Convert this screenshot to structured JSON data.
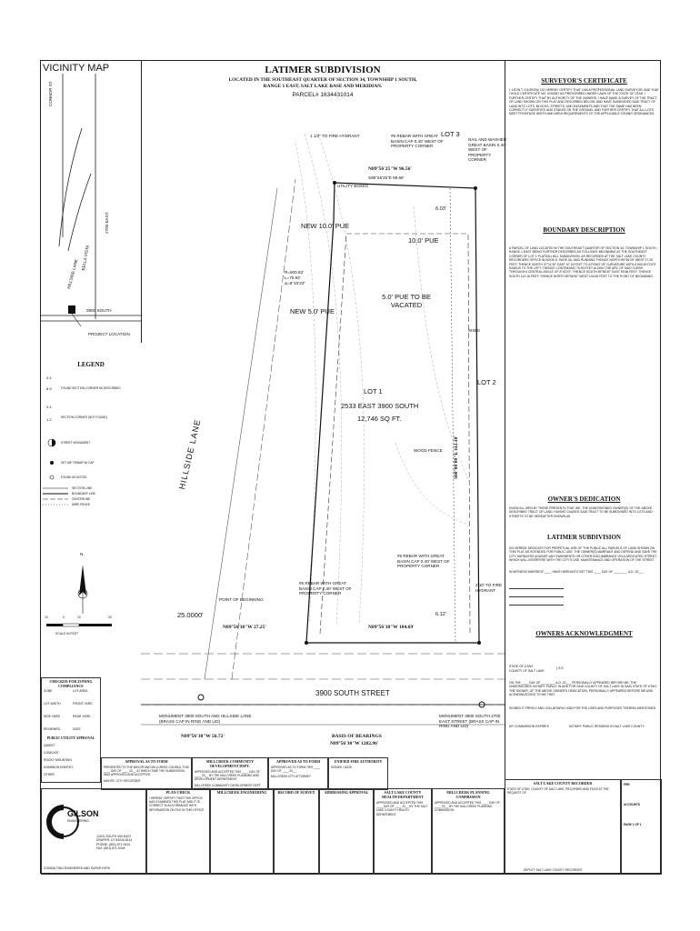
{
  "vicinity": {
    "title": "VICINITY MAP",
    "streets": [
      "CONNOR ST",
      "2700 EAST",
      "HILLSIDE LANE",
      "BELLA VISTA",
      "3900 SOUTH"
    ],
    "project_location": "PROJECT LOCATION"
  },
  "title_block": {
    "title": "LATIMER SUBDIVISION",
    "line1": "LOCATED IN THE SOUTHEAST QUARTER OF SECTION 34, TOWNSHIP 1 SOUTH,",
    "line2": "RANGE 1 EAST, SALT LAKE BASE AND MERIDIAN.",
    "parcel": "PARCEL# 1634431014"
  },
  "surveyor": {
    "title": "SURVEYOR'S CERTIFICATE",
    "body": "I, LEON T. KILGROW, DO HEREBY CERTIFY THAT I AM A PROFESSIONAL LAND SURVEYOR, AND THAT I HOLD CERTIFICATE NO. 5152657 AS PRESCRIBED UNDER LAWS OF THE STATE OF UTAH. I FURTHER CERTIFY THAT BY AUTHORITY OF THE OWNERS, I HAVE MADE A SURVEY OF THE TRACT OF LAND SHOWN ON THIS PLAT AND DESCRIBED BELOW, AND HAVE SUBDIVIDED SAID TRACT OF LAND INTO LOTS, BLOCKS, STREETS, AND EASEMENTS AND THAT THE SAME HAS BEEN CORRECTLY SURVEYED AND STAKED ON THE GROUND, AND FURTHER CERTIFY THAT ALL LOTS MEET FRONTAGE WIDTH AND AREA REQUIREMENTS OF THE APPLICABLE ZONING ORDINANCES."
  },
  "boundary": {
    "title": "BOUNDARY DESCRIPTION",
    "body": "A PARCEL OF LAND LOCATED IN THE SOUTHEAST QUARTER OF SECTION 34, TOWNSHIP 1 SOUTH, RANGE 1 EAST BEING FURTHER DESCRIBED AS FOLLOWS: BEGINNING AT THE SOUTHEAST CORNER OF LOT 1 PLATEAU HILL SUBDIVISION, AS RECORDED AT THE SALT LAKE COUNTY RECORDERS OFFICE IN BOOK 5, PAGE 5A, AND RUNNING THENCE NORTH 89°56'25\" WEST 27.25 FEET; THENCE NORTH 37°11'30\" EAST 57.15 FEET TO A POINT OF CURVATURE WITH A 500.63 FOOT RADIUS TO THE LEFT; THENCE CONTINUING 75.93 FEET ALONG THE ARC OF SAID CURVE THROUGH A CENTRAL ANGLE OF 8°40'23\"; THENCE SOUTH 89°56'30\" EAST 99.56 FEET; THENCE SOUTH 112.18 FEET; THENCE NORTH 89°56'30\" WEST 104.69 FEET TO THE POINT OF BEGINNING."
  },
  "owners_dedication": {
    "title": "OWNER'S DEDICATION",
    "body": "KNOW ALL MEN BY THESE PRESENTS THAT WE, THE UNDERSIGNED OWNER(S) OF THE ABOVE DESCRIBED TRACT OF LAND, HAVING CAUSED SAID TRACT TO BE SUBDIVIDED INTO LOTS AND STREETS TO BE HEREAFTER KNOWN AS",
    "name": "LATIMER SUBDIVISION",
    "body2": "DO HEREBY DEDICATE FOR PERPETUAL USE OF THE PUBLIC ALL PARCELS OF LAND SHOWN ON THIS PLAT AS INTENDED FOR PUBLIC USE. THE OWNER(S) WARRANT AND DEFEND AND SAVE THE CITY HARMLESS AGAINST ANY EASEMENTS OR OTHER ENCUMBRANCE ON A DEDICATED STREET WHICH WILL INTERFERE WITH THE CITY'S USE, MAINTENANCE AND OPERATION OF THE STREET.",
    "witness": "IN WITNESS WHEREOF ____ HAVE HEREUNTO SET THIS ____ DAY OF ________ A.D. 20___"
  },
  "acknowledgment": {
    "title": "OWNERS ACKNOWLEDGMENT",
    "state": "STATE OF UTAH",
    "county": "COUNTY OF SALT LAKE",
    "ss": "} S.S.",
    "body": "ON THE ____ DAY OF ________ A.D. 20___ PERSONALLY APPEARED BEFORE ME, THE UNDERSIGNED NOTARY PUBLIC IN AND FOR SAID COUNTY OF SALT LAKE IN SAID STATE OF UTAH, THE SIGNER, OF THE ABOVE OWNER'S DEDICATION, PERSONALLY APPEARED BEFORE ME AND ACKNOWLEDGED TO ME THAT",
    "body2": "SIGNED IT FREELY AND VOLUNTARILY AND FOR THE USES AND PURPOSES THEREIN MENTIONED.",
    "commission": "MY COMMISSION EXPIRES",
    "notary": "NOTARY PUBLIC RESIDING IN SALT LAKE COUNTY"
  },
  "plat": {
    "hydrant": "1 1/2\" TO FIRE HYDRANT",
    "rebar_top": "#5 REBAR WITH GREAT BASIN CAP 0.40' WEST OF PROPERTY CORNER",
    "lot3": "LOT 3",
    "washer": "NAIL AND WASHER GREAT BASIN 0.40' WEST OF PROPERTY CORNER",
    "bearing_top": "N89°56'25\"W 96.56'",
    "bearing_top2": "S89°56'25\"E 99.56'",
    "utility_boxes": "UTILITY BOXES",
    "pue_new10": "NEW 10.0' PUE",
    "pue_10": "10.0' PUE",
    "dim_603": "6.03'",
    "curve": [
      "R=500.63'",
      "L=75.93'",
      "Δ=8°40'23\""
    ],
    "pue_5vac": "5.0' PUE TO BE VACATED",
    "pue_new5": "NEW 5.0' PUE",
    "shed": "SHED",
    "lot2": "LOT 2",
    "lot1": "LOT 1",
    "address": "2533 EAST 3900 SOUTH",
    "area": "12,746 SQ FT.",
    "wood_fence": "WOOD FENCE",
    "hillside": "HILLSIDE LANE",
    "rebar_pob1": "#5 REBAR WITH GREAT BASIN CAP 0.40' WEST OF PROPERTY CORNER",
    "rebar_pob2": "#5 REBAR WITH GREAT BASIN CAP 0.40' WEST OF PROPERTY CORNER",
    "to_fire": "2.10' TO FIRE HYDRANT",
    "dim_612": "6.12'",
    "pob": "POINT OF BEGINNING",
    "dim_25": "25.0000'",
    "south_bearing": "N89°56'30\"W 27.25'",
    "south_bearing2": "N89°56'30\"W 104.69'",
    "east_bearing": "S00°00'00\"E 112.18'",
    "street_3900": "3900 SOUTH STREET",
    "monument_left": "MONUMENT 3900 SOUTH AND HILLSIDE LANE (BRASS CAP IN RING AND LID)",
    "monument_right": "MONUMENT 3900 SOUTH 2700 EAST STREET (BRASS CAP IN RING AND LID)",
    "basis_bearing": "N89°56'30\"W 56.72'",
    "basis_title": "BASIS OF BEARINGS",
    "basis_value": "N89°56'30\"W 1282.96'",
    "scale_label": "SCALE IN FEET",
    "scale_ticks": [
      "10",
      "0",
      "10",
      "20"
    ],
    "north": "N"
  },
  "legend": {
    "title": "LEGEND",
    "items": [
      "FOUND SECTION CORNER AS DESCRIBED",
      "SECTION CORNER (NOT FOUND)",
      "STREET MONUMENT",
      "SET 5/8\" REBAR W/ CAP",
      "FOUND AS NOTED",
      "SECTION LINE",
      "BOUNDARY LINE",
      "CENTERLINE",
      "WIRE FENCE"
    ]
  },
  "checklist": {
    "title": "CHECKED FOR ZONING COMPLIANCE",
    "rows": [
      "ZONE",
      "LOT AREA",
      "LOT WIDTH",
      "FRONT YARD",
      "SIDE YARD",
      "REAR YARD",
      "REVIEWED",
      "DATE"
    ],
    "utility_title": "PUBLIC UTILITY APPROVAL",
    "utilities": [
      "QWEST",
      "COMCAST",
      "ROCKY MOUNTAIN",
      "DOMINION ENERGY",
      "OTHER"
    ]
  },
  "approvals": [
    {
      "title": "APPROVAL AS TO FORM",
      "body": "PRESENTED TO THE MAYOR AND MILLCREEK COUNCIL THIS ____ DAY OF ____ 20__ AT WHICH TIME THE SUBDIVISION WAS APPROVED AND ACCEPTED.",
      "sign": "MAYOR / CITY RECORDER"
    },
    {
      "title": "MILLCREEK COMMUNITY DEVELOPMENT DEPT.",
      "body": "APPROVED AND ACCEPTED THIS ____ DAY OF ____ 20__ BY THE MILLCREEK PLANNING AND DEVELOPMENT DEPARTMENT.",
      "sign": "MILLCREEK COMMUNITY DEVELOPMENT DEPT. DIRECTOR"
    },
    {
      "title": "APPROVED AS TO FORM",
      "body": "APPROVED AS TO FORM THIS ____ DAY OF ____ 20__",
      "sign": "MILLCREEK CITY ATTORNEY"
    },
    {
      "title": "UNIFIED FIRE AUTHORITY",
      "body": "",
      "sign": "SIGNED / DATE"
    }
  ],
  "bottom_boxes": [
    {
      "title": "PLAN CHECK",
      "body": "I HEREBY CERTIFY THAT THIS OFFICE HAS EXAMINED THIS PLAT AND IT IS CORRECT IN ACCORDANCE WITH INFORMATION ON FILE IN THIS OFFICE."
    },
    {
      "title": "MILLCREEK ENGINEERING",
      "body": ""
    },
    {
      "title": "RECORD OF SURVEY",
      "body": ""
    },
    {
      "title": "ADDRESSING APPROVAL",
      "body": ""
    },
    {
      "title": "SALT LAKE COUNTY HEALTH DEPARTMENT",
      "body": "APPROVED AND ACCEPTED THIS ____ DAY OF ____ 20__ BY THE SALT LAKE COUNTY HEALTH DEPARTMENT."
    },
    {
      "title": "MILLCREEK PLANNING COMMISSION",
      "body": "APPROVED AND ACCEPTED THIS ____ DAY OF ____ 20__ BY THE MILLCREEK PLANNING COMMISSION."
    },
    {
      "title": "SALT LAKE COUNTY RECORDER",
      "body": "STATE OF UTAH, COUNTY OF SALT LAKE, RECORDED AND FILED AT THE REQUEST OF"
    }
  ],
  "company": {
    "name": "GILSON",
    "sub": "ENGINEERING",
    "address": "12401 SOUTH 450 EAST\nDRAPER, UT 84020-8114\nPHONE: (801) 571-9414\nFAX: (801) 571-9449",
    "tag": "CONSULTING ENGINEERS AND SURVEYORS"
  },
  "sheet": {
    "fee": "FEE:",
    "accounts": "ACCOUNTS",
    "page": "PAGE 1 OF 1",
    "recorder_sign": "DEPUTY SALT LAKE COUNTY RECORDER"
  }
}
